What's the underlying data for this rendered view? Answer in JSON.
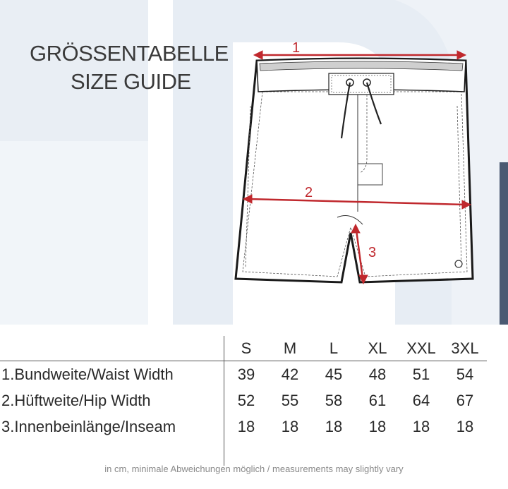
{
  "title": {
    "line1": "GRÖSSENTABELLE",
    "line2": "SIZE GUIDE"
  },
  "measurement_markers": [
    "1",
    "2",
    "3"
  ],
  "table": {
    "sizes": [
      "S",
      "M",
      "L",
      "XL",
      "XXL",
      "3XL"
    ],
    "rows": [
      {
        "label": "1.Bundweite/Waist Width",
        "values": [
          "39",
          "42",
          "45",
          "48",
          "51",
          "54"
        ]
      },
      {
        "label": "2.Hüftweite/Hip Width",
        "values": [
          "52",
          "55",
          "58",
          "61",
          "64",
          "67"
        ]
      },
      {
        "label": "3.Innenbeinlänge/Inseam",
        "values": [
          "18",
          "18",
          "18",
          "18",
          "18",
          "18"
        ]
      }
    ]
  },
  "note": "in cm, minimale Abweichungen möglich / measurements may slightly vary",
  "colors": {
    "accent_red": "#c0282d",
    "text": "#2a2a2a",
    "bg_shapes": "#e8eef5"
  }
}
